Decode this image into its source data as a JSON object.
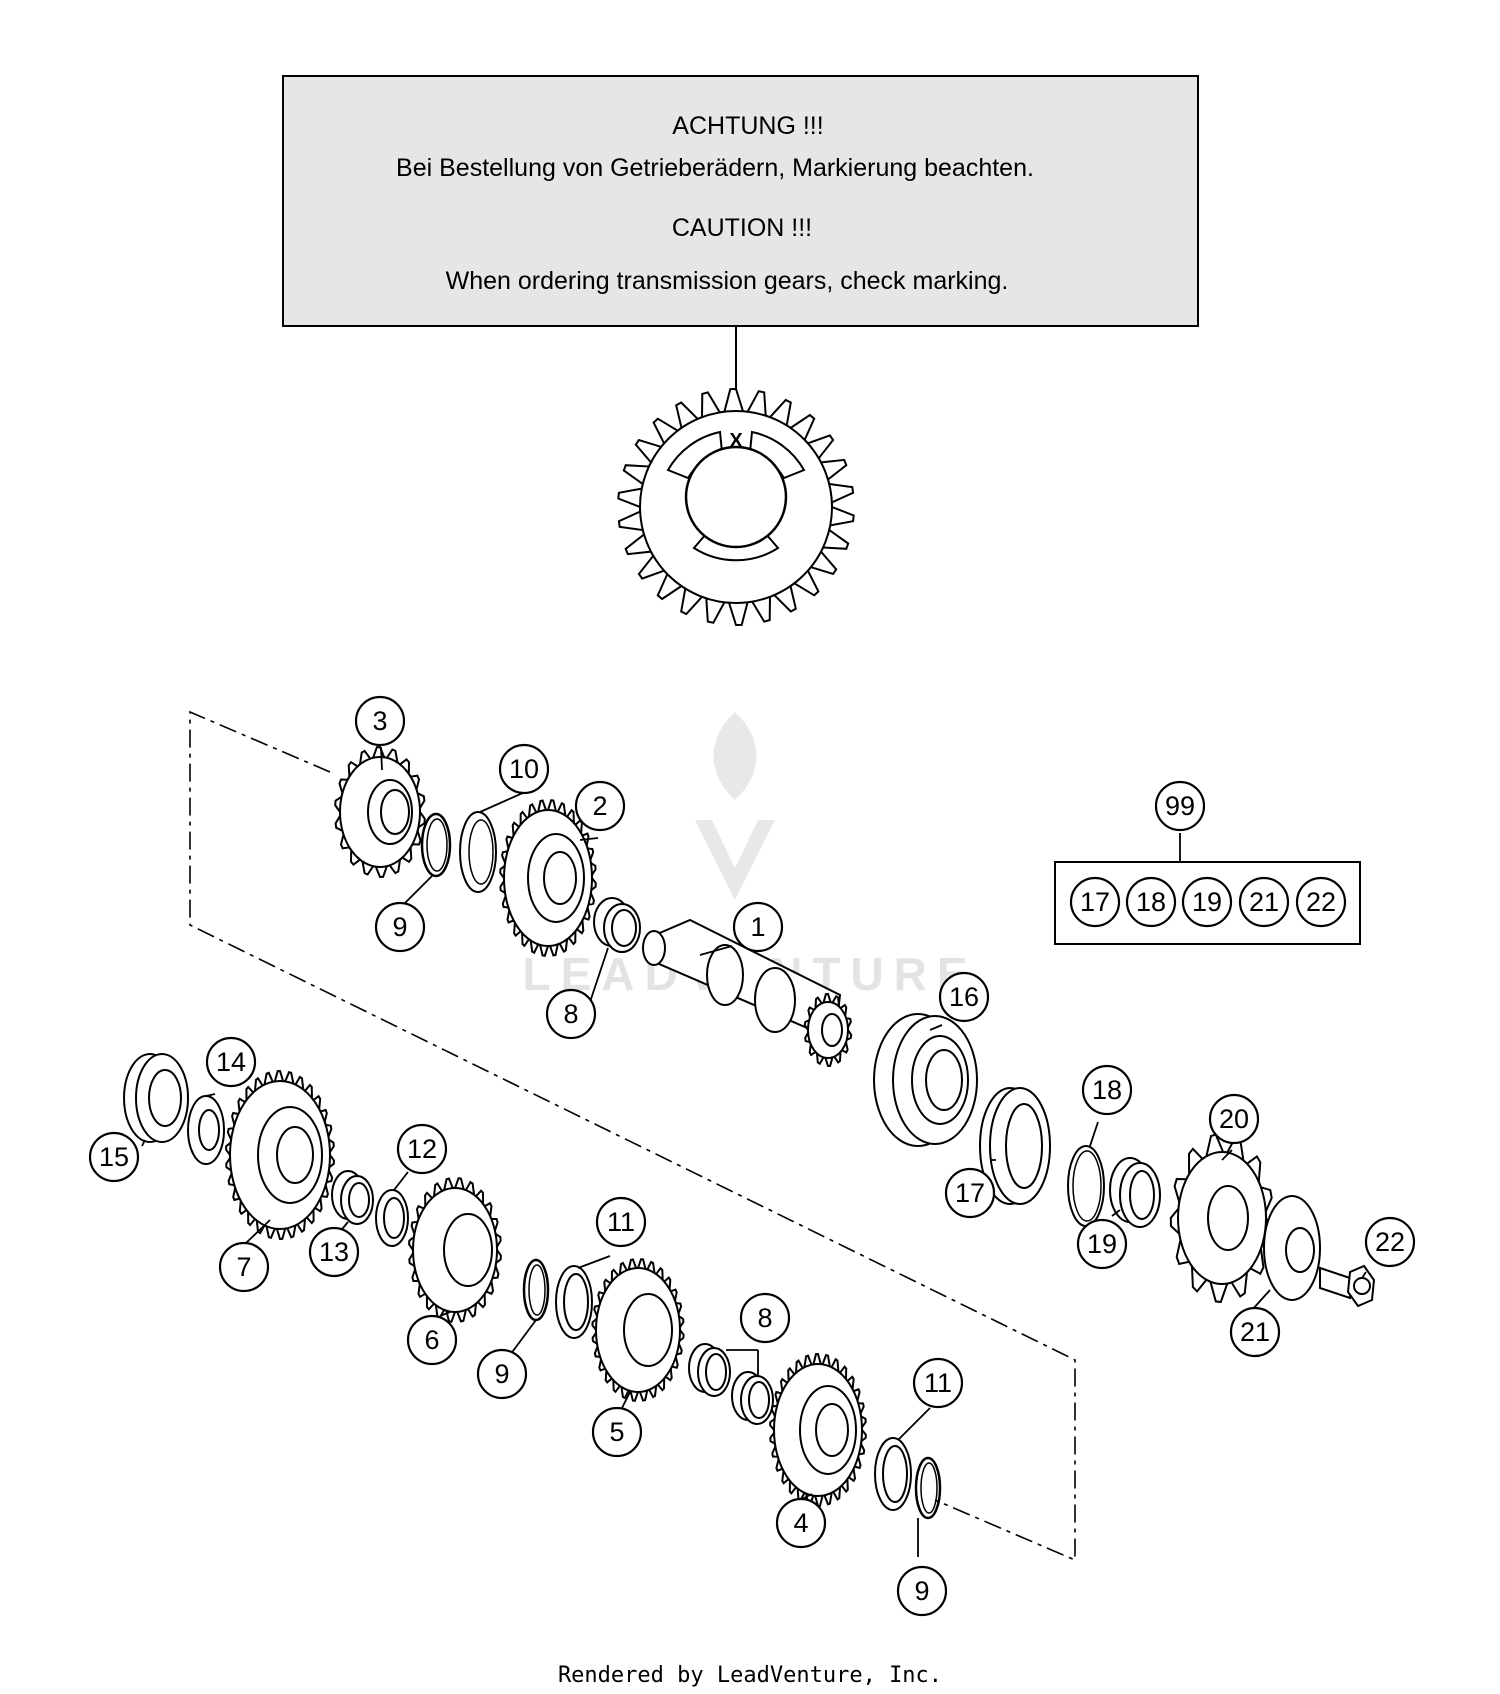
{
  "notice": {
    "line1": "ACHTUNG !!!",
    "line2": "Bei Bestellung von Getrieberädern, Markierung beachten.",
    "line3": "CAUTION !!!",
    "line4": "When ordering transmission gears, check marking."
  },
  "marking_letter": "X",
  "watermark_text": "LEADVENTURE",
  "kit": {
    "number": "99",
    "contents": [
      "17",
      "18",
      "19",
      "21",
      "22"
    ]
  },
  "callouts": {
    "c1": "1",
    "c2": "2",
    "c3": "3",
    "c4": "4",
    "c5": "5",
    "c6": "6",
    "c7": "7",
    "c8a": "8",
    "c8b": "8",
    "c9a": "9",
    "c9b": "9",
    "c9c": "9",
    "c10": "10",
    "c11a": "11",
    "c11b": "11",
    "c12": "12",
    "c13": "13",
    "c14": "14",
    "c15": "15",
    "c16": "16",
    "c17": "17",
    "c18": "18",
    "c19": "19",
    "c20": "20",
    "c21": "21",
    "c22": "22"
  },
  "footer": "Rendered by LeadVenture, Inc."
}
